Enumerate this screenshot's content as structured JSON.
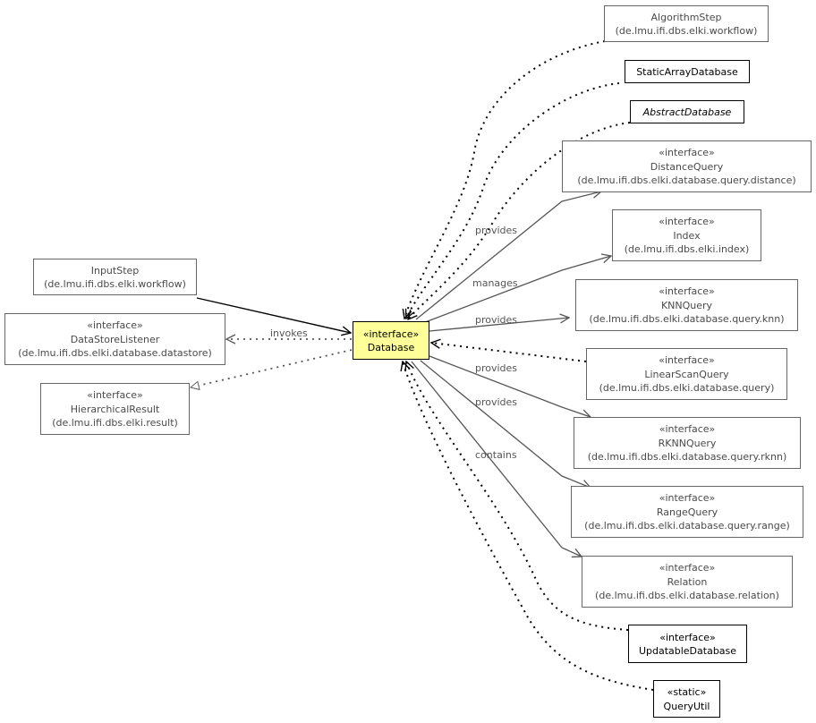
{
  "nodes": {
    "algorithm_step": {
      "line1": "AlgorithmStep",
      "line2": "(de.lmu.ifi.dbs.elki.workflow)"
    },
    "static_array_database": {
      "line1": "StaticArrayDatabase"
    },
    "abstract_database": {
      "line1": "AbstractDatabase"
    },
    "distance_query": {
      "stereotype": "«interface»",
      "line1": "DistanceQuery",
      "line2": "(de.lmu.ifi.dbs.elki.database.query.distance)"
    },
    "index": {
      "stereotype": "«interface»",
      "line1": "Index",
      "line2": "(de.lmu.ifi.dbs.elki.index)"
    },
    "knn_query": {
      "stereotype": "«interface»",
      "line1": "KNNQuery",
      "line2": "(de.lmu.ifi.dbs.elki.database.query.knn)"
    },
    "linear_scan_query": {
      "stereotype": "«interface»",
      "line1": "LinearScanQuery",
      "line2": "(de.lmu.ifi.dbs.elki.database.query)"
    },
    "rknn_query": {
      "stereotype": "«interface»",
      "line1": "RKNNQuery",
      "line2": "(de.lmu.ifi.dbs.elki.database.query.rknn)"
    },
    "range_query": {
      "stereotype": "«interface»",
      "line1": "RangeQuery",
      "line2": "(de.lmu.ifi.dbs.elki.database.query.range)"
    },
    "relation": {
      "stereotype": "«interface»",
      "line1": "Relation",
      "line2": "(de.lmu.ifi.dbs.elki.database.relation)"
    },
    "updatable_database": {
      "stereotype": "«interface»",
      "line1": "UpdatableDatabase"
    },
    "query_util": {
      "stereotype": "«static»",
      "line1": "QueryUtil"
    },
    "input_step": {
      "line1": "InputStep",
      "line2": "(de.lmu.ifi.dbs.elki.workflow)"
    },
    "data_store_listener": {
      "stereotype": "«interface»",
      "line1": "DataStoreListener",
      "line2": "(de.lmu.ifi.dbs.elki.database.datastore)"
    },
    "hierarchical_result": {
      "stereotype": "«interface»",
      "line1": "HierarchicalResult",
      "line2": "(de.lmu.ifi.dbs.elki.result)"
    },
    "database": {
      "stereotype": "«interface»",
      "line1": "Database"
    }
  },
  "edge_labels": {
    "provides_distance": "provides",
    "manages_index": "manages",
    "provides_knn": "provides",
    "provides_rknn": "provides",
    "provides_range": "provides",
    "contains_relation": "contains",
    "invokes_listener": "invokes"
  },
  "colors": {
    "focus_fill": "#ffff99",
    "line": "#555555",
    "strong_line": "#000000"
  }
}
